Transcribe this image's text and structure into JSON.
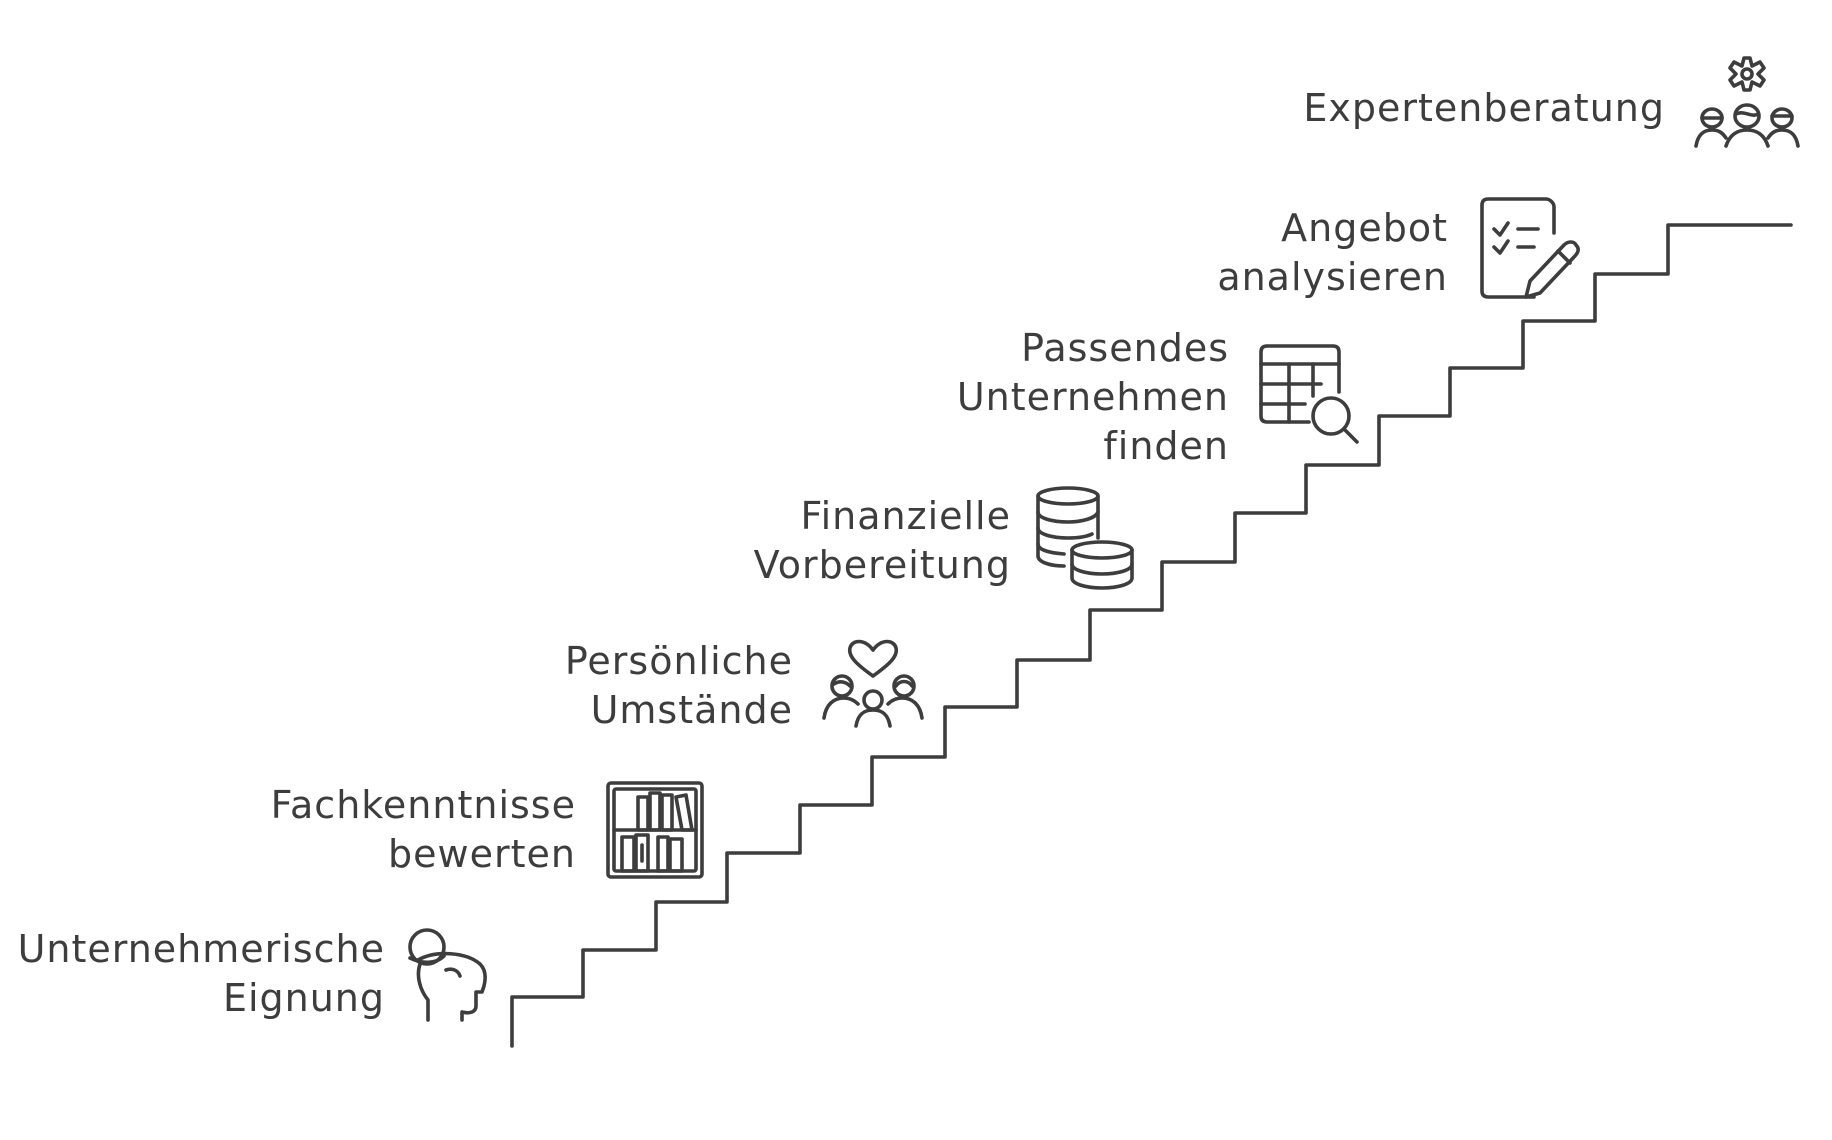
{
  "colors": {
    "ink": "#3d3d3d",
    "background": "#ffffff"
  },
  "steps": [
    {
      "lines": [
        "Unternehmerische",
        "Eignung"
      ],
      "icon": "person-head-icon"
    },
    {
      "lines": [
        "Fachkenntnisse",
        "bewerten"
      ],
      "icon": "bookshelf-icon"
    },
    {
      "lines": [
        "Persönliche",
        "Umstände"
      ],
      "icon": "family-heart-icon"
    },
    {
      "lines": [
        "Finanzielle",
        "Vorbereitung"
      ],
      "icon": "coin-stacks-icon"
    },
    {
      "lines": [
        "Passendes",
        "Unternehmen",
        "finden"
      ],
      "icon": "table-search-icon"
    },
    {
      "lines": [
        "Angebot",
        "analysieren"
      ],
      "icon": "checklist-pen-icon"
    },
    {
      "lines": [
        "Expertenberatung"
      ],
      "icon": "team-gear-icon"
    }
  ]
}
